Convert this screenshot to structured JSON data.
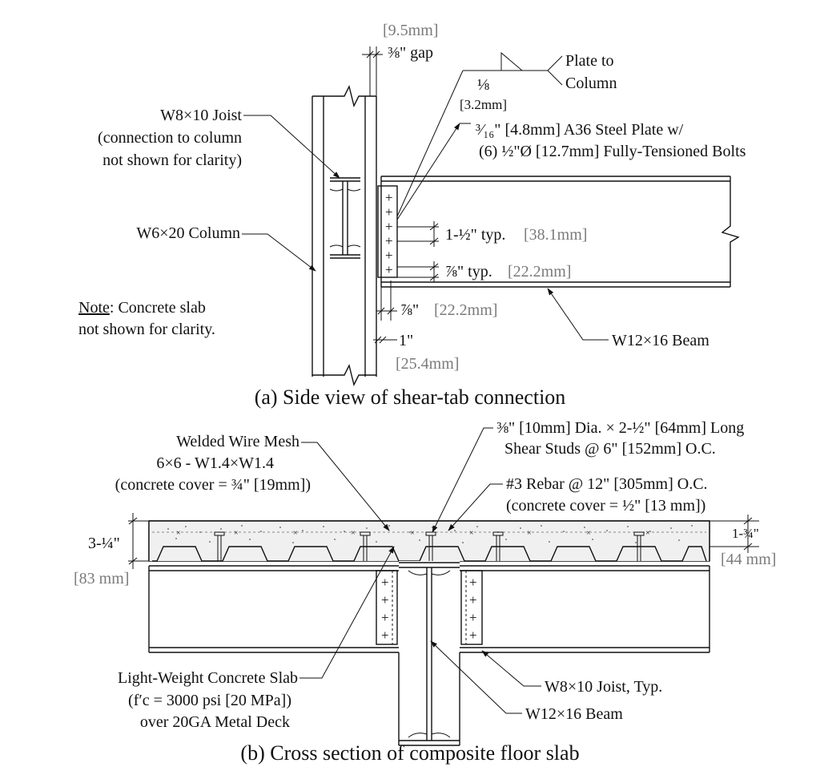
{
  "side_view": {
    "caption": "(a) Side view of shear-tab connection",
    "gap_mm": "[9.5mm]",
    "gap_in": "⅜\" gap",
    "weld_size_in": "⅛",
    "weld_size_mm": "[3.2mm]",
    "weld_note_line1": "Plate to",
    "weld_note_line2": "Column",
    "plate_line1": "³⁄₁₆\" [4.8mm] A36 Steel Plate w/",
    "plate_line2": "(6) ½\"Ø [12.7mm] Fully-Tensioned Bolts",
    "joist_line1": "W8×10 Joist",
    "joist_line2": "(connection to column",
    "joist_line3": "not shown for clarity)",
    "column_label": "W6×20 Column",
    "note_label": "Note",
    "note_rest": ": Concrete slab",
    "note_line2": "not shown for clarity.",
    "bolt_spacing_in": "1-½\" typ.",
    "bolt_spacing_mm": "[38.1mm]",
    "edge_dist_in": "⅞\" typ.",
    "edge_dist_mm": "[22.2mm]",
    "plate_edge_in": "⅞\"",
    "plate_edge_mm": "[22.2mm]",
    "setback_in": "1\"",
    "setback_mm": "[25.4mm]",
    "beam_label": "W12×16 Beam"
  },
  "cross_section": {
    "caption": "(b) Cross section of composite floor slab",
    "studs_line1": "⅜\" [10mm] Dia. × 2-½\" [64mm] Long",
    "studs_line2": "Shear Studs @ 6\" [152mm] O.C.",
    "mesh_line1": "Welded Wire Mesh",
    "mesh_line2": "6×6 - W1.4×W1.4",
    "mesh_line3": "(concrete cover = ¾\" [19mm])",
    "rebar_line1": "#3 Rebar @ 12\" [305mm] O.C.",
    "rebar_line2": "(concrete cover = ½\" [13 mm])",
    "slab_depth_in": "3-¼\"",
    "slab_depth_mm": "[83 mm]",
    "deck_depth_in": "1-¾\"",
    "deck_depth_mm": "[44 mm]",
    "slab_line1": "Light-Weight Concrete Slab",
    "slab_line2": "(f′c = 3000 psi [20 MPa])",
    "slab_line3": "over 20GA Metal Deck",
    "joist_label": "W8×10 Joist, Typ.",
    "beam_label": "W12×16 Beam"
  }
}
